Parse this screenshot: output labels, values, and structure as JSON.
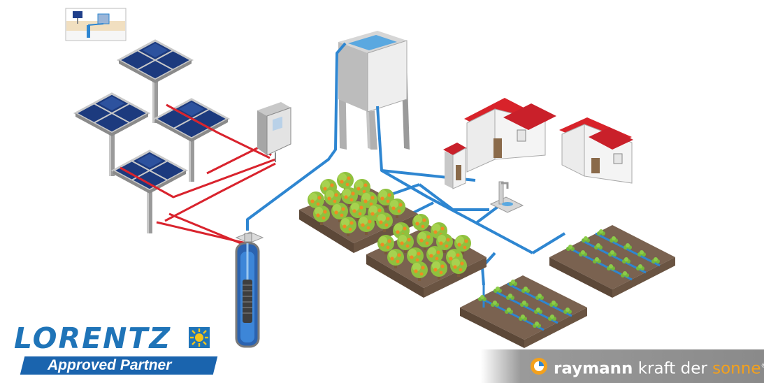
{
  "lorentz": {
    "brand": "LORENTZ",
    "tagline": "Approved Partner",
    "color_primary": "#1f74b8",
    "color_bar": "#1a64ae",
    "sun_icon": "sun-logo-icon"
  },
  "raymann": {
    "name": "raymann",
    "slogan_part1": " kraft der ",
    "slogan_part2": "sonne",
    "registered": "®",
    "accent_color": "#f4a11c",
    "logo_icon": "raymann-sun-logo-icon"
  },
  "colors": {
    "water_pipe": "#2e86d1",
    "power_cable": "#d9232d",
    "roof": "#d8232a",
    "wall": "#f2f2f2",
    "soil": "#6e5846",
    "solar_panel": "#1f3f8a",
    "tree_foliage": "#8fc13e",
    "fruit": "#f08a24"
  }
}
